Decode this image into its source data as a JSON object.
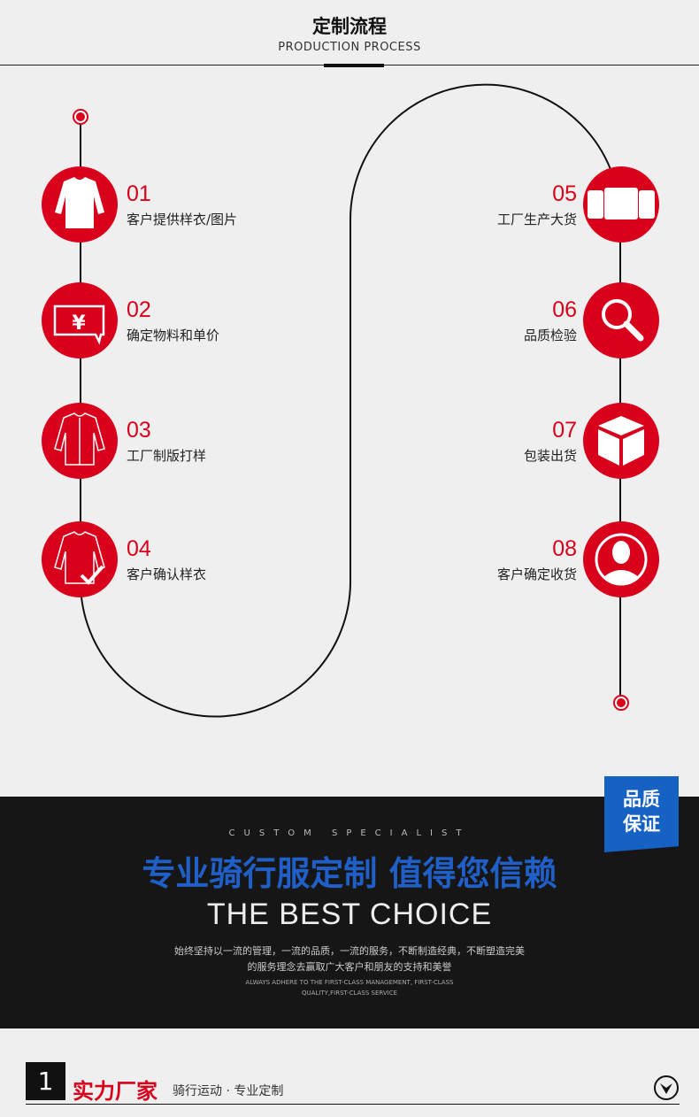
{
  "header": {
    "title": "定制流程",
    "subtitle": "PRODUCTION PROCESS"
  },
  "steps": [
    {
      "num": "01",
      "label": "客户提供样衣/图片",
      "icon": "jacket-icon"
    },
    {
      "num": "02",
      "label": "确定物料和单价",
      "icon": "yuan-price-icon"
    },
    {
      "num": "03",
      "label": "工厂制版打样",
      "icon": "jacket-outline-icon"
    },
    {
      "num": "04",
      "label": "客户确认样衣",
      "icon": "jacket-check-icon"
    },
    {
      "num": "05",
      "label": "工厂生产大货",
      "icon": "jackets-stack-icon"
    },
    {
      "num": "06",
      "label": "品质检验",
      "icon": "magnifier-icon"
    },
    {
      "num": "07",
      "label": "包装出货",
      "icon": "box-icon"
    },
    {
      "num": "08",
      "label": "客户确定收货",
      "icon": "user-icon"
    }
  ],
  "banner": {
    "badge_line1": "品质",
    "badge_line2": "保证",
    "specialist": "CUSTOM SPECIALIST",
    "slogan": "专业骑行服定制 值得您信赖",
    "best": "THE BEST CHOICE",
    "desc1": "始终坚持以一流的管理，一流的品质，一流的服务，不断制造经典，不断塑造完美",
    "desc2": "的服务理念去赢取广大客户和朋友的支持和美誉",
    "en1": "ALWAYS ADHERE TO THE FIRST-CLASS MANAGEMENT, FIRST-CLASS",
    "en2": "QUALITY,FIRST-CLASS SERVICE"
  },
  "section": {
    "number": "1",
    "title": "实力厂家",
    "subtitle": "骑行运动 · 专业定制"
  },
  "colors": {
    "accent": "#d9001b",
    "blue": "#1561c4",
    "dark": "#161616"
  }
}
